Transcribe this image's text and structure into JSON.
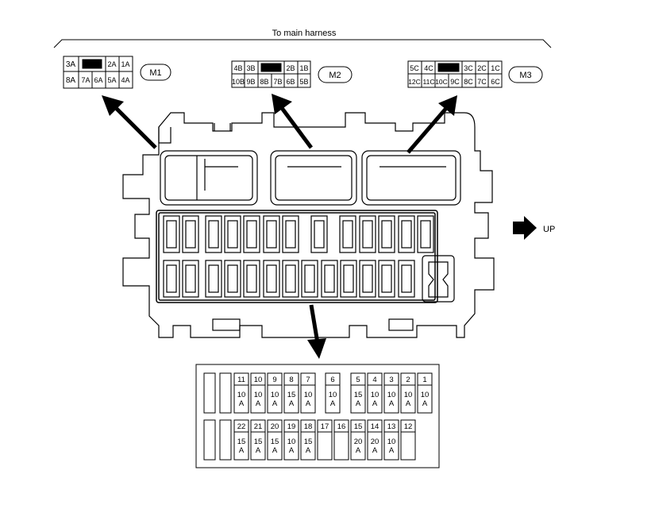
{
  "header": {
    "title": "To main harness"
  },
  "connectors": [
    {
      "id": "M1",
      "label": "M1",
      "top_row": [
        "3A",
        "",
        "2A",
        "1A"
      ],
      "bottom_row": [
        "8A",
        "7A",
        "6A",
        "5A",
        "4A"
      ]
    },
    {
      "id": "M2",
      "label": "M2",
      "top_row": [
        "4B",
        "3B",
        "",
        "2B",
        "1B"
      ],
      "bottom_row": [
        "10B",
        "9B",
        "8B",
        "7B",
        "6B",
        "5B"
      ]
    },
    {
      "id": "M3",
      "label": "M3",
      "top_row": [
        "5C",
        "4C",
        "",
        "3C",
        "2C",
        "1C"
      ],
      "bottom_row": [
        "12C",
        "11C",
        "10C",
        "9C",
        "8C",
        "7C",
        "6C"
      ]
    }
  ],
  "direction": {
    "label": "UP"
  },
  "fuse_table": {
    "top_row": [
      {
        "num": "11",
        "amp": "10",
        "unit": "A"
      },
      {
        "num": "10",
        "amp": "10",
        "unit": "A"
      },
      {
        "num": "9",
        "amp": "10",
        "unit": "A"
      },
      {
        "num": "8",
        "amp": "15",
        "unit": "A"
      },
      {
        "num": "7",
        "amp": "10",
        "unit": "A"
      },
      {
        "num": "6",
        "amp": "10",
        "unit": "A"
      },
      {
        "num": "5",
        "amp": "15",
        "unit": "A"
      },
      {
        "num": "4",
        "amp": "10",
        "unit": "A"
      },
      {
        "num": "3",
        "amp": "10",
        "unit": "A"
      },
      {
        "num": "2",
        "amp": "10",
        "unit": "A"
      },
      {
        "num": "1",
        "amp": "10",
        "unit": "A"
      }
    ],
    "bottom_row": [
      {
        "num": "22",
        "amp": "15",
        "unit": "A"
      },
      {
        "num": "21",
        "amp": "15",
        "unit": "A"
      },
      {
        "num": "20",
        "amp": "15",
        "unit": "A"
      },
      {
        "num": "19",
        "amp": "10",
        "unit": "A"
      },
      {
        "num": "18",
        "amp": "15",
        "unit": "A"
      },
      {
        "num": "17",
        "amp": "",
        "unit": ""
      },
      {
        "num": "16",
        "amp": "",
        "unit": ""
      },
      {
        "num": "15",
        "amp": "20",
        "unit": "A"
      },
      {
        "num": "14",
        "amp": "20",
        "unit": "A"
      },
      {
        "num": "13",
        "amp": "10",
        "unit": "A"
      },
      {
        "num": "12",
        "amp": "",
        "unit": ""
      }
    ]
  }
}
